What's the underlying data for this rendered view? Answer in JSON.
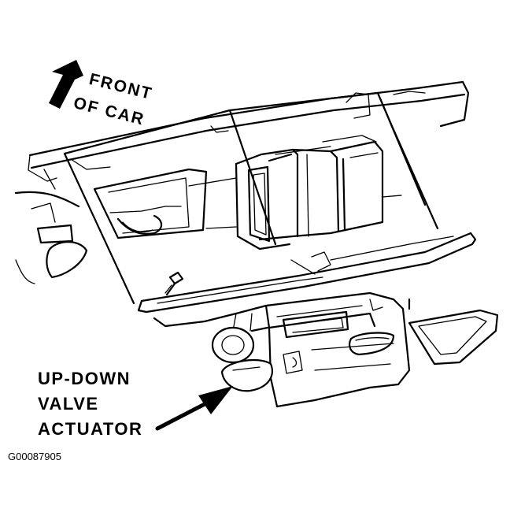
{
  "orientation_label": {
    "line1": "FRONT",
    "line2": "OF CAR",
    "icon": "arrow-up-left-icon"
  },
  "callout": {
    "line1": "UP-DOWN",
    "line2": "VALVE",
    "line3": "ACTUATOR",
    "icon": "arrow-right-icon"
  },
  "figure_id": "G00087905"
}
